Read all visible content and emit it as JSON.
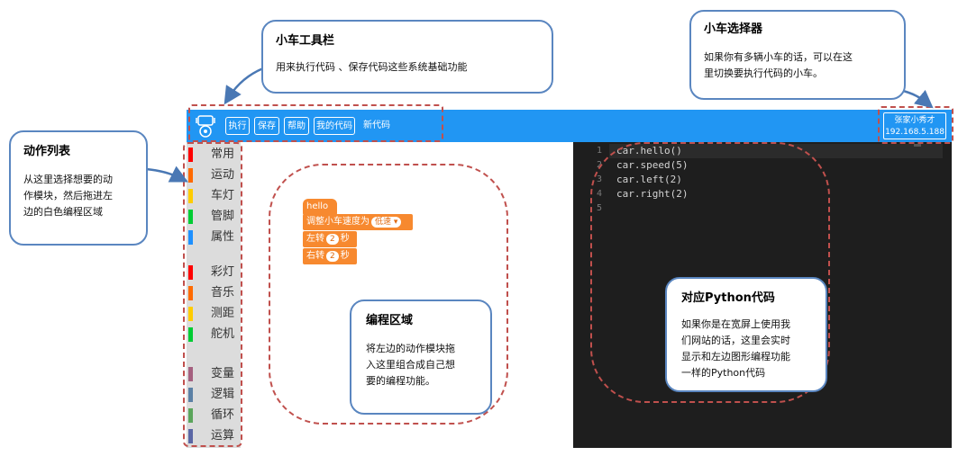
{
  "toolbar": {
    "buttons": [
      "执行",
      "保存",
      "帮助",
      "我的代码"
    ],
    "file_name": "新代码",
    "car_selector": {
      "name": "张家小秀才",
      "ip": "192.168.5.188"
    }
  },
  "sidebar": {
    "categories": [
      {
        "label": "常用",
        "color": "#ff0000"
      },
      {
        "label": "运动",
        "color": "#ff6a00"
      },
      {
        "label": "车灯",
        "color": "#ffcc00"
      },
      {
        "label": "管脚",
        "color": "#00cc33"
      },
      {
        "label": "属性",
        "color": "#1e90ff"
      },
      {
        "label": "彩灯",
        "color": "#ff0000"
      },
      {
        "label": "音乐",
        "color": "#ff6a00"
      },
      {
        "label": "测距",
        "color": "#ffcc00"
      },
      {
        "label": "舵机",
        "color": "#00cc33"
      },
      {
        "label": "变量",
        "color": "#a5607f"
      },
      {
        "label": "逻辑",
        "color": "#5b80a5"
      },
      {
        "label": "循环",
        "color": "#5ba55b"
      },
      {
        "label": "运算",
        "color": "#5b67a5"
      }
    ]
  },
  "blocks": {
    "hello": "hello",
    "speed_label": "调整小车速度为",
    "speed_value": "低速",
    "left_label": "左转",
    "left_value": "2",
    "left_unit": "秒",
    "right_label": "右转",
    "right_value": "2",
    "right_unit": "秒"
  },
  "editor": {
    "line_numbers": [
      "1",
      "2",
      "3",
      "4",
      "5"
    ],
    "lines": [
      "car.hello()",
      "car.speed(5)",
      "car.left(2)",
      "car.right(2)",
      ""
    ]
  },
  "annotations": {
    "toolbar": {
      "title": "小车工具栏",
      "body": "用来执行代码 、保存代码这些系统基础功能"
    },
    "selector": {
      "title": "小车选择器",
      "body": [
        "如果你有多辆小车的话，可以在这",
        "里切换要执行代码的小车。"
      ]
    },
    "actions": {
      "title": "动作列表",
      "body": [
        "从这里选择想要的动",
        "作模块，然后拖进左",
        "边的白色编程区域"
      ]
    },
    "workspace": {
      "title": "编程区域",
      "body": [
        "将左边的动作模块拖",
        "入这里组合成自己想",
        "要的编程功能。"
      ]
    },
    "python": {
      "title": "对应Python代码",
      "body": [
        "如果你是在宽屏上使用我",
        "们网站的话，这里会实时",
        "显示和左边图形编程功能",
        "一样的Python代码"
      ]
    }
  },
  "colors": {
    "toolbar": "#2196f3",
    "block": "#f7892f",
    "callout_border": "#5a86c0",
    "dash": "#c0504d"
  }
}
